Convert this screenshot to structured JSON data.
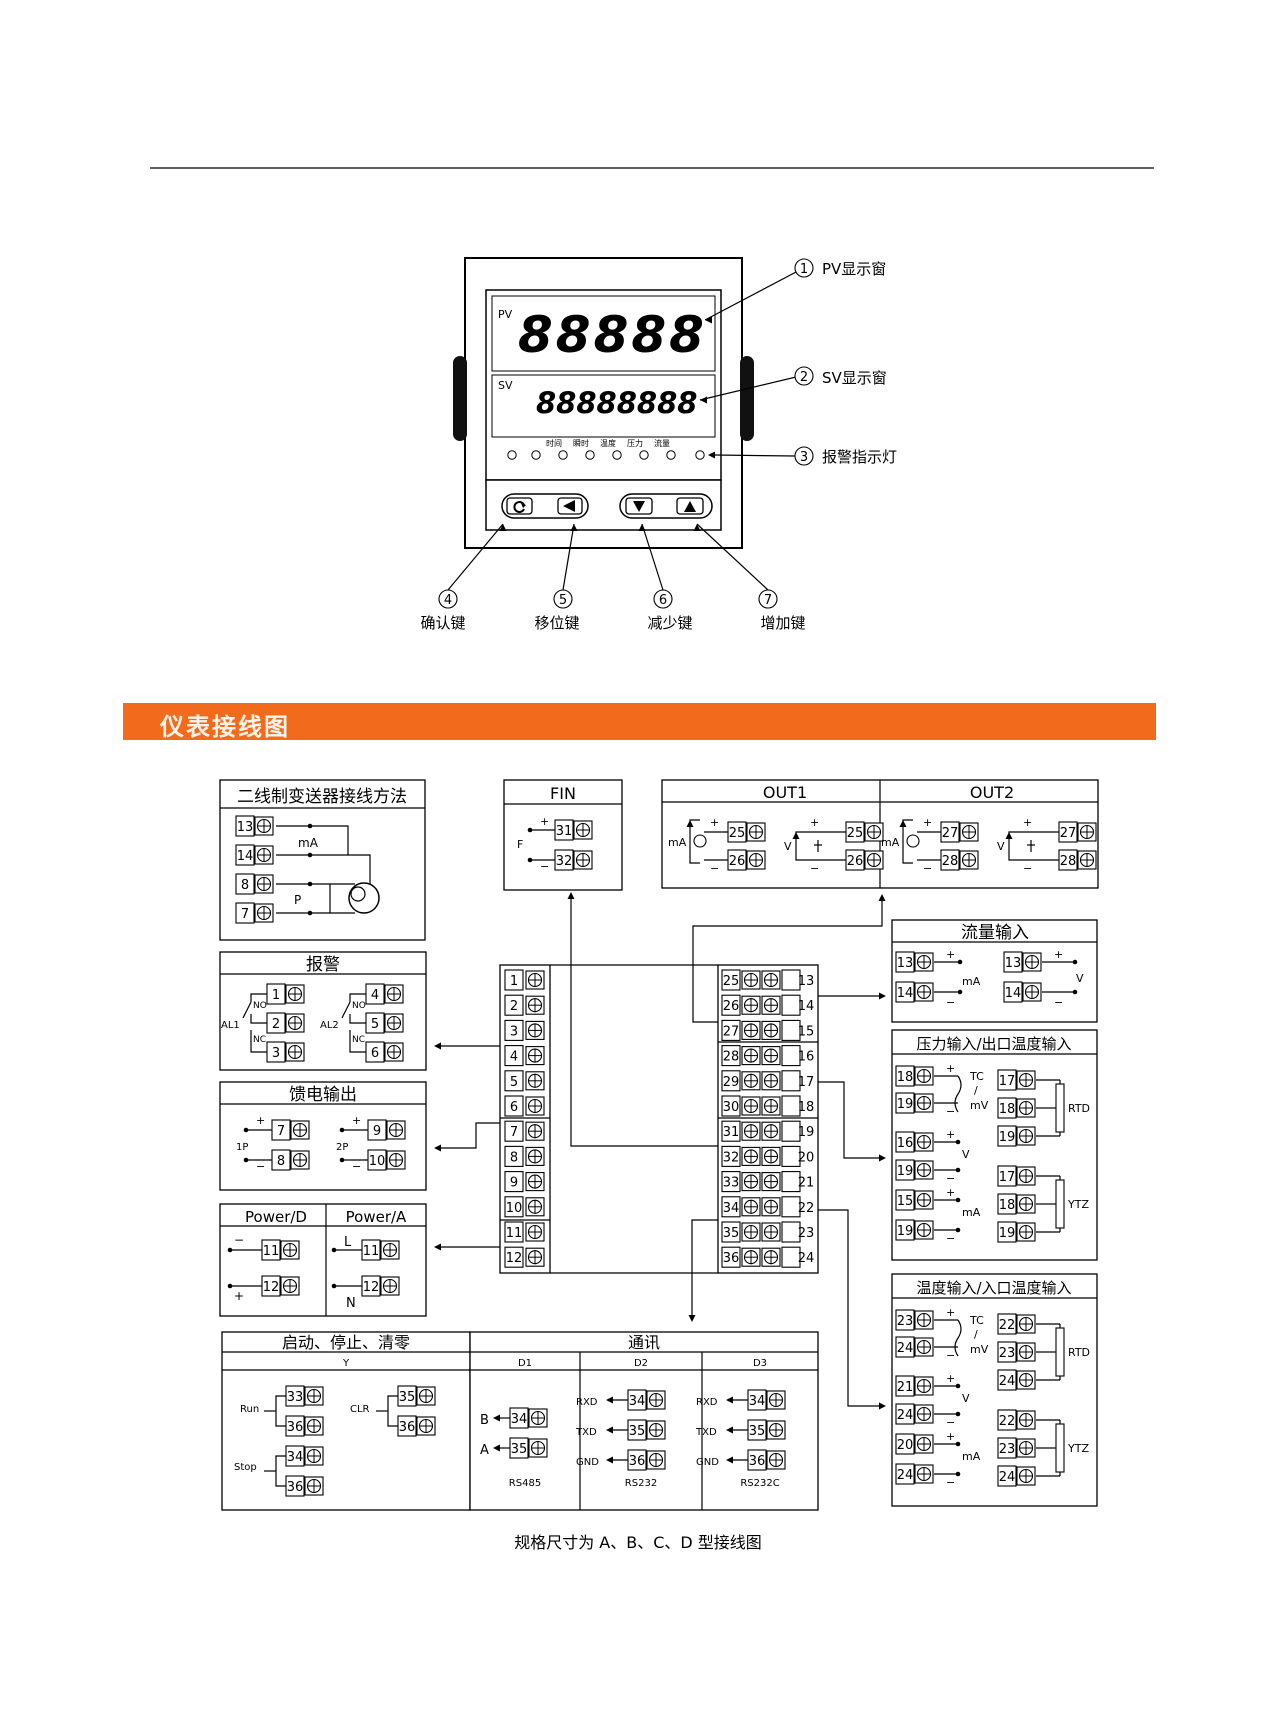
{
  "panel": {
    "pv_tag": "PV",
    "sv_tag": "SV",
    "pv_display": "88888",
    "sv_display": "88888888",
    "indicator_labels": [
      "时间",
      "瞬时",
      "温度",
      "压力",
      "流量"
    ],
    "callouts": [
      {
        "num": "1",
        "text": "PV显示窗"
      },
      {
        "num": "2",
        "text": "SV显示窗"
      },
      {
        "num": "3",
        "text": "报警指示灯"
      }
    ],
    "keys": [
      {
        "num": "4",
        "text": "确认键",
        "icon": "confirm-key-icon"
      },
      {
        "num": "5",
        "text": "移位键",
        "icon": "left-arrow-key-icon"
      },
      {
        "num": "6",
        "text": "减少键",
        "icon": "down-arrow-key-icon"
      },
      {
        "num": "7",
        "text": "增加键",
        "icon": "up-arrow-key-icon"
      }
    ]
  },
  "section_title": "仪表接线图",
  "wiring": {
    "two_wire": {
      "title": "二线制变送器接线方法",
      "terms": [
        "13",
        "14",
        "8",
        "7"
      ],
      "ma": "mA",
      "p": "P"
    },
    "fin": {
      "title": "FIN",
      "terms": [
        "31",
        "32"
      ],
      "f": "F"
    },
    "out1": {
      "title": "OUT1",
      "ma": "mA",
      "v": "V",
      "terms": [
        "25",
        "26",
        "25",
        "26"
      ]
    },
    "out2": {
      "title": "OUT2",
      "ma": "mA",
      "v": "V",
      "terms": [
        "27",
        "28",
        "27",
        "28"
      ]
    },
    "alarm": {
      "title": "报警",
      "al1": "AL1",
      "al2": "AL2",
      "no": "NO",
      "nc": "NC",
      "terms": [
        "1",
        "2",
        "3",
        "4",
        "5",
        "6"
      ]
    },
    "feed": {
      "title": "馈电输出",
      "p1": "1P",
      "p2": "2P",
      "terms": [
        "7",
        "8",
        "9",
        "10"
      ]
    },
    "power": {
      "title_d": "Power/D",
      "title_a": "Power/A",
      "l": "L",
      "n": "N",
      "terms": [
        "11",
        "12",
        "11",
        "12"
      ]
    },
    "main_left_terms": [
      "1",
      "2",
      "3",
      "4",
      "5",
      "6",
      "7",
      "8",
      "9",
      "10",
      "11",
      "12"
    ],
    "main_right_left": [
      "25",
      "26",
      "27",
      "28",
      "29",
      "30",
      "31",
      "32",
      "33",
      "34",
      "35",
      "36"
    ],
    "main_right_right": [
      "13",
      "14",
      "15",
      "16",
      "17",
      "18",
      "19",
      "20",
      "21",
      "22",
      "23",
      "24"
    ],
    "flow": {
      "title": "流量输入",
      "ma": "mA",
      "v": "V",
      "terms": [
        "13",
        "14",
        "13",
        "14"
      ]
    },
    "pressure": {
      "title": "压力输入/出口温度输入",
      "tc": "TC",
      "mv": "mV",
      "rtd": "RTD",
      "ytz": "YTZ",
      "v": "V",
      "ma": "mA",
      "left_terms": [
        "18",
        "19",
        "16",
        "19",
        "15",
        "19"
      ],
      "right_terms": [
        "17",
        "18",
        "19",
        "17",
        "18",
        "19"
      ]
    },
    "temp": {
      "title": "温度输入/入口温度输入",
      "tc": "TC",
      "mv": "mV",
      "rtd": "RTD",
      "ytz": "YTZ",
      "v": "V",
      "ma": "mA",
      "left_terms": [
        "23",
        "24",
        "21",
        "24",
        "20",
        "24"
      ],
      "right_terms": [
        "22",
        "23",
        "24",
        "22",
        "23",
        "24"
      ]
    },
    "start": {
      "title": "启动、停止、清零",
      "sub": "Y",
      "run": "Run",
      "stop": "Stop",
      "clr": "CLR",
      "terms_left": [
        "33",
        "36",
        "34",
        "36"
      ],
      "terms_right": [
        "35",
        "36"
      ]
    },
    "comm": {
      "title": "通讯",
      "cols": [
        {
          "head": "D1",
          "foot": "RS485",
          "labels": [
            "B",
            "A"
          ],
          "terms": [
            "34",
            "35"
          ]
        },
        {
          "head": "D2",
          "foot": "RS232",
          "labels": [
            "RXD",
            "TXD",
            "GND"
          ],
          "terms": [
            "34",
            "35",
            "36"
          ]
        },
        {
          "head": "D3",
          "foot": "RS232C",
          "labels": [
            "RXD",
            "TXD",
            "GND"
          ],
          "terms": [
            "34",
            "35",
            "36"
          ]
        }
      ]
    },
    "caption": "规格尺寸为 A、B、C、D 型接线图"
  }
}
